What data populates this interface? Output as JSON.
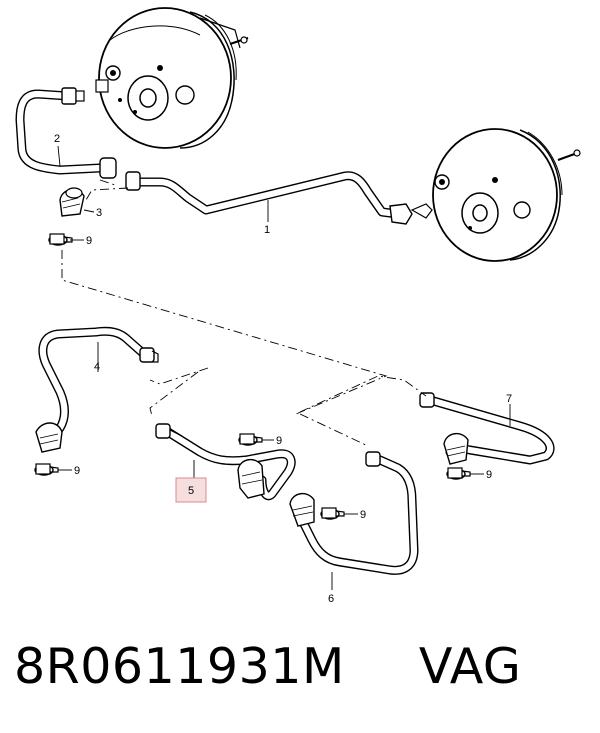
{
  "callouts": {
    "c1": "1",
    "c2": "2",
    "c3": "3",
    "c4": "4",
    "c5": "5",
    "c6": "6",
    "c7": "7",
    "c9a": "9",
    "c9b": "9",
    "c9c": "9",
    "c9d": "9",
    "c9e": "9"
  },
  "caption": {
    "part_number": "8R0611931M",
    "brand": "VAG"
  },
  "highlight_color": "#f6dede"
}
